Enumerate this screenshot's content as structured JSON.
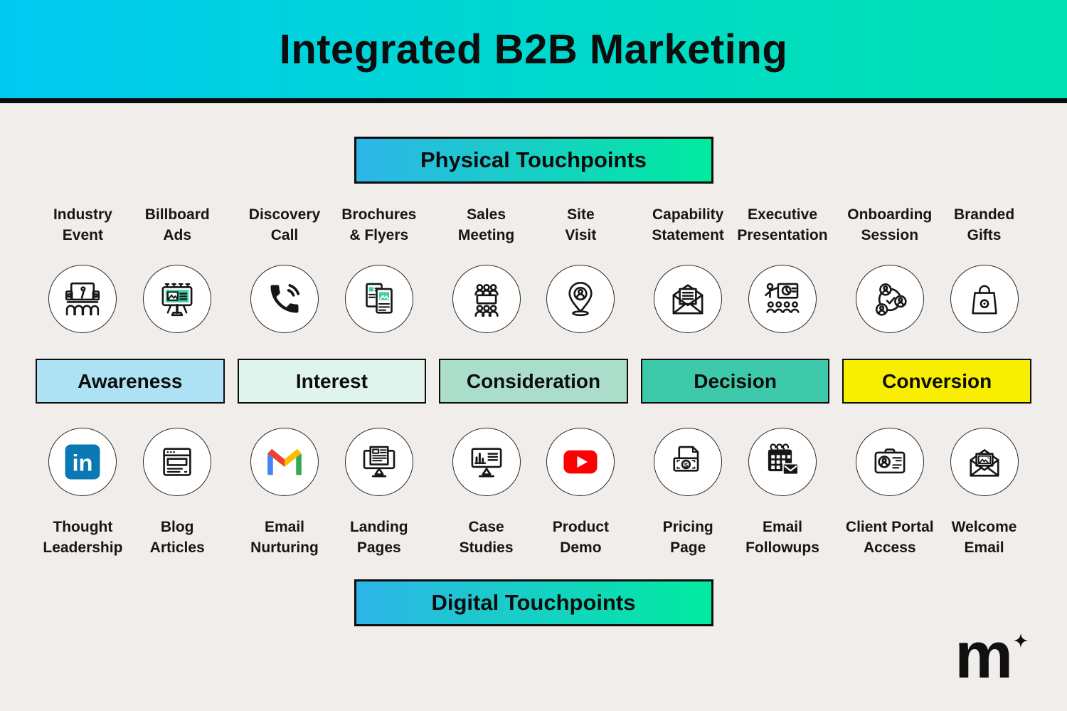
{
  "header": {
    "title": "Integrated B2B Marketing"
  },
  "sections": {
    "physical": "Physical Touchpoints",
    "digital": "Digital Touchpoints"
  },
  "stages": [
    {
      "label": "Awareness",
      "color": "#ade2f4",
      "physical": [
        {
          "label": "Industry\nEvent",
          "icon": "industry-event-icon"
        },
        {
          "label": "Billboard\nAds",
          "icon": "billboard-ads-icon"
        }
      ],
      "digital": [
        {
          "label": "Thought\nLeadership",
          "icon": "linkedin-icon"
        },
        {
          "label": "Blog\nArticles",
          "icon": "blog-articles-icon"
        }
      ]
    },
    {
      "label": "Interest",
      "color": "#e0f4ee",
      "physical": [
        {
          "label": "Discovery\nCall",
          "icon": "phone-call-icon"
        },
        {
          "label": "Brochures\n& Flyers",
          "icon": "brochures-icon"
        }
      ],
      "digital": [
        {
          "label": "Email\nNurturing",
          "icon": "gmail-icon"
        },
        {
          "label": "Landing\nPages",
          "icon": "landing-pages-icon"
        }
      ]
    },
    {
      "label": "Consideration",
      "color": "#abdeca",
      "physical": [
        {
          "label": "Sales\nMeeting",
          "icon": "sales-meeting-icon"
        },
        {
          "label": "Site\nVisit",
          "icon": "site-visit-icon"
        }
      ],
      "digital": [
        {
          "label": "Case\nStudies",
          "icon": "case-studies-icon"
        },
        {
          "label": "Product\nDemo",
          "icon": "youtube-play-icon"
        }
      ]
    },
    {
      "label": "Decision",
      "color": "#3fc9ab",
      "physical": [
        {
          "label": "Capability\nStatement",
          "icon": "capability-statement-icon"
        },
        {
          "label": "Executive\nPresentation",
          "icon": "executive-presentation-icon"
        }
      ],
      "digital": [
        {
          "label": "Pricing\nPage",
          "icon": "pricing-page-icon"
        },
        {
          "label": "Email\nFollowups",
          "icon": "email-followups-icon"
        }
      ]
    },
    {
      "label": "Conversion",
      "color": "#f8ee00",
      "physical": [
        {
          "label": "Onboarding\nSession",
          "icon": "onboarding-session-icon"
        },
        {
          "label": "Branded\nGifts",
          "icon": "branded-gifts-icon"
        }
      ],
      "digital": [
        {
          "label": "Client Portal\nAccess",
          "icon": "client-portal-icon"
        },
        {
          "label": "Welcome\nEmail",
          "icon": "welcome-email-icon"
        }
      ]
    }
  ],
  "colors": {
    "background": "#f0edea",
    "header_gradient_start": "#00c9f1",
    "header_gradient_end": "#00e2b4",
    "banner_gradient_start": "#2db5e9",
    "banner_gradient_end": "#00eb9f",
    "border_black": "#0d0d0d",
    "icon_teal_accent": "#3fcfa8",
    "linkedin_blue": "#0a78b5",
    "youtube_red": "#ff0000",
    "gmail_red": "#ea4335",
    "gmail_blue": "#4285f4",
    "gmail_green": "#34a853",
    "gmail_yellow": "#fbbc04"
  },
  "logo": {
    "text": "m",
    "sparkle": "four-point-star"
  }
}
